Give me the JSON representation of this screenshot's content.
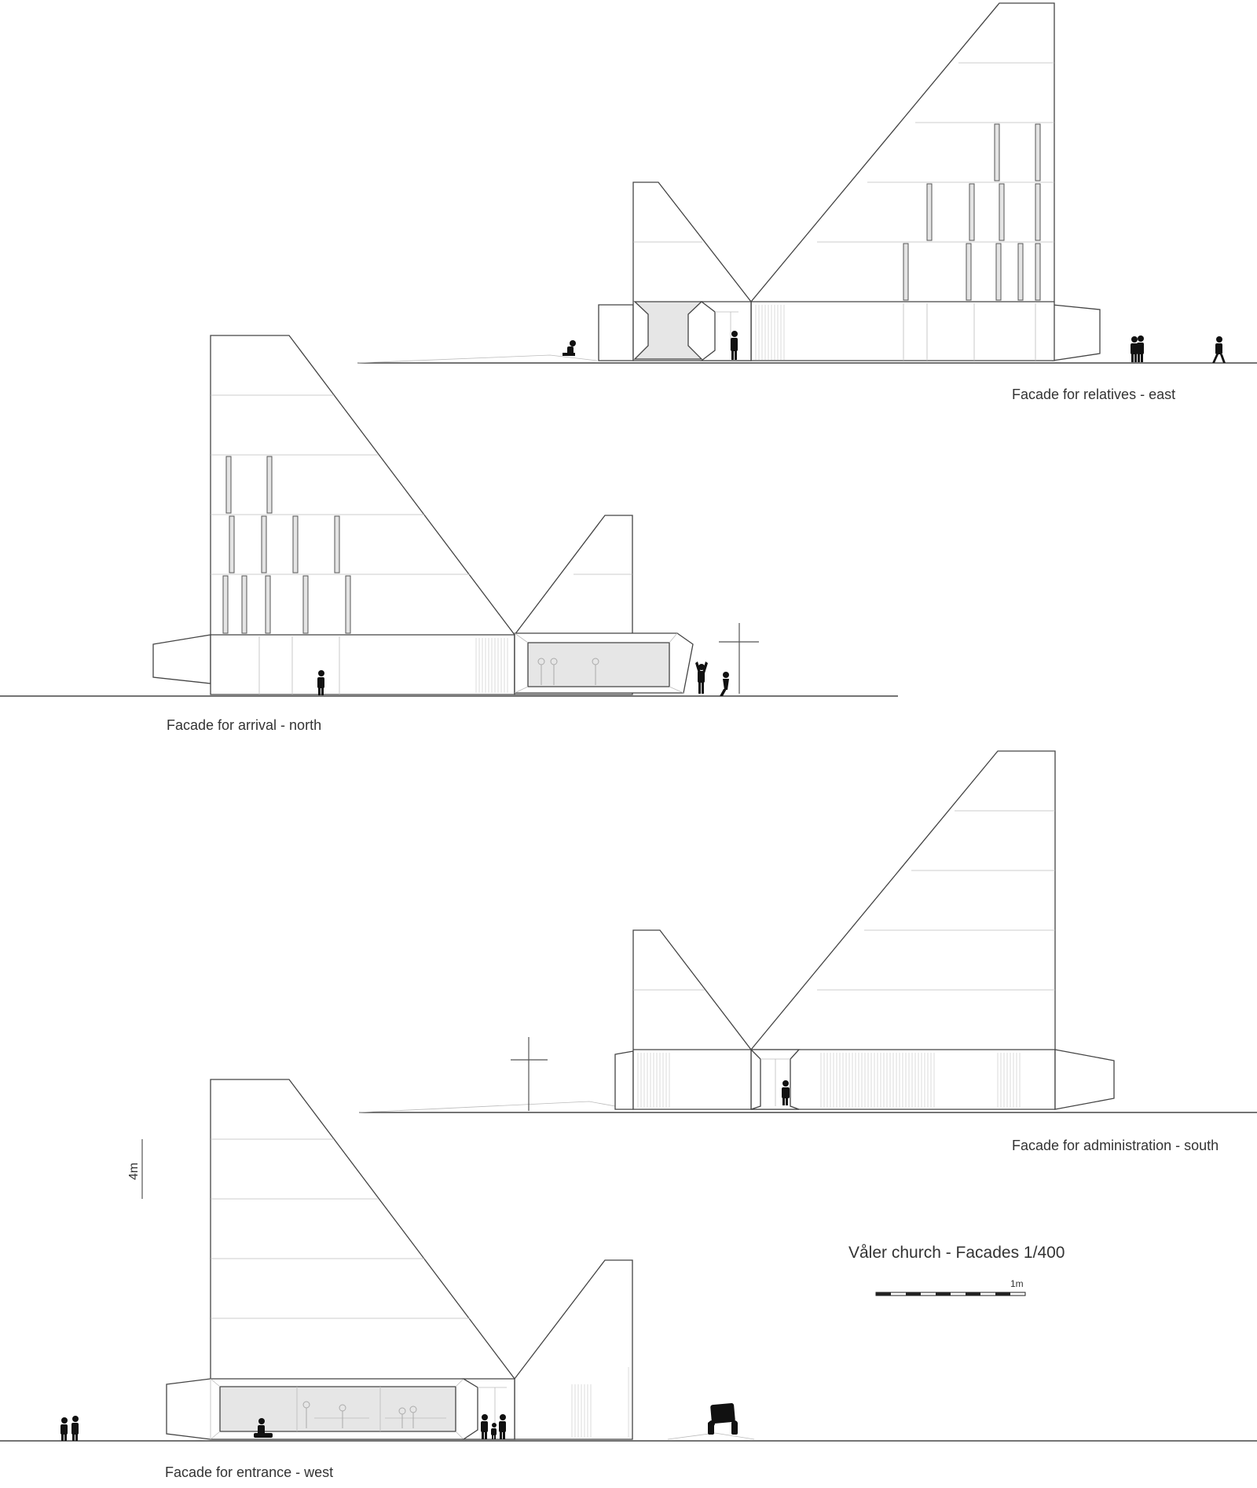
{
  "drawing_title": "Våler church - Facades 1/400",
  "scale_bar": {
    "unit_label": "1m"
  },
  "height_marker": {
    "label": "4m"
  },
  "facades": [
    {
      "id": "east",
      "caption": "Facade for relatives - east"
    },
    {
      "id": "north",
      "caption": "Facade for arrival - north"
    },
    {
      "id": "south",
      "caption": "Facade for administration - south"
    },
    {
      "id": "west",
      "caption": "Facade for entrance - west"
    }
  ],
  "colors": {
    "line": "#444444",
    "glazing": "#e4e4e4",
    "figures": "#111111"
  }
}
